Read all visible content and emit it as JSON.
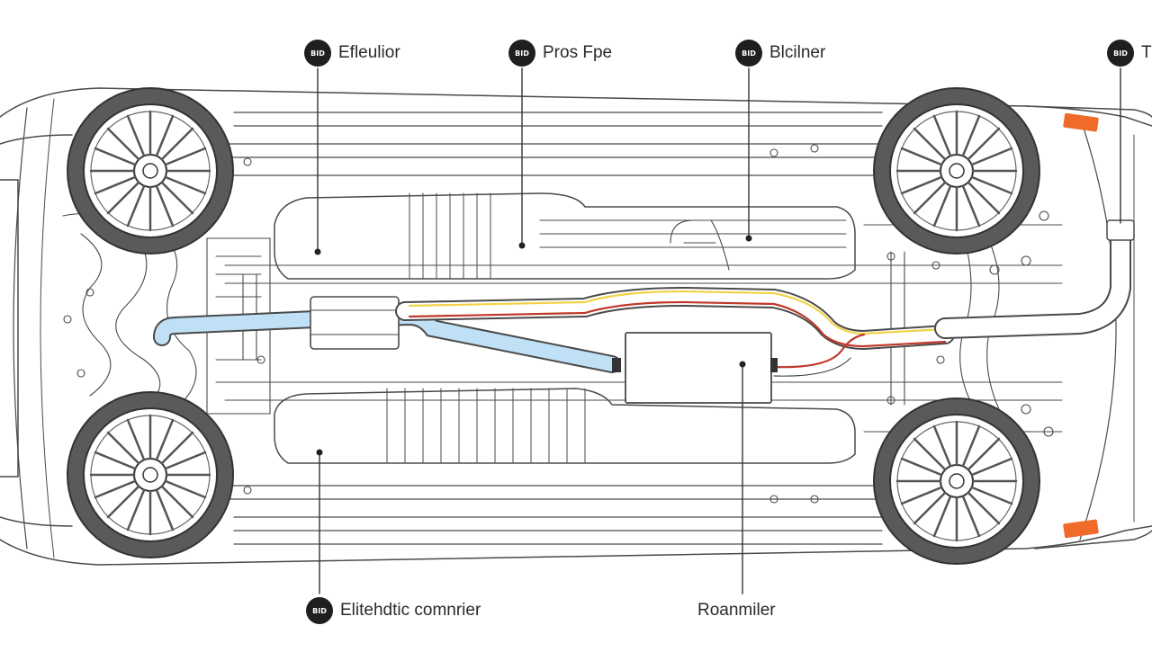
{
  "callouts": {
    "top_1": {
      "badge": "BID",
      "label": "Efleulior"
    },
    "top_2": {
      "badge": "BID",
      "label": "Pros Fpe"
    },
    "top_3": {
      "badge": "BID",
      "label": "Blcilner"
    },
    "top_4": {
      "badge": "BID",
      "label": "T"
    },
    "bottom_1": {
      "badge": "BID",
      "label": "Elitehdtic comnrier"
    },
    "bottom_2": {
      "label": "Roanmiler"
    }
  },
  "colors": {
    "outline": "#4a4a4a",
    "intake_pipe": "#bfe0f5",
    "exhaust_yellow": "#f2d24a",
    "exhaust_red": "#c0392b",
    "marker_lamp": "#f06a2a",
    "badge": "#1f1f1f"
  },
  "icons": [
    "wheel-icon",
    "marker-lamp-icon",
    "callout-dot-icon"
  ]
}
